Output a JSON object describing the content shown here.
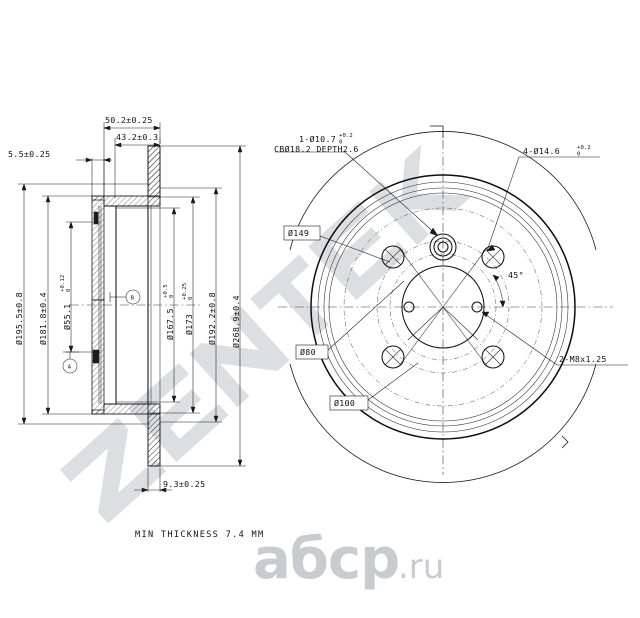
{
  "drawing": {
    "title": "brake-disc-technical-drawing",
    "watermark_brand": "ZENTEK",
    "watermark_site": "абср",
    "watermark_site_tld": ".ru"
  },
  "section_view": {
    "name": "cross-section-view",
    "top_dimensions": [
      {
        "id": "d-50-2",
        "label": "50.2±0.25"
      },
      {
        "id": "d-43-2",
        "label": "43.2±0.3"
      },
      {
        "id": "d-5-5",
        "label": "5.5±0.25"
      }
    ],
    "left_dimensions": [
      {
        "id": "d-195-5",
        "label": "Ø195.5±0.8"
      },
      {
        "id": "d-181-8",
        "label": "Ø181.8±0.4"
      },
      {
        "id": "d-55-1",
        "label": "Ø55.1",
        "tol_upper": "+0.12",
        "tol_lower": "0"
      }
    ],
    "right_dimensions": [
      {
        "id": "d-167-5",
        "label": "Ø167.5",
        "tol_upper": "+0.5",
        "tol_lower": "0"
      },
      {
        "id": "d-173",
        "label": "Ø173",
        "tol_upper": "+0.25",
        "tol_lower": "0"
      },
      {
        "id": "d-192-2",
        "label": "Ø192.2±0.8"
      },
      {
        "id": "d-268-9",
        "label": "Ø268.9±0.4"
      }
    ],
    "bottom_dimensions": [
      {
        "id": "d-9-3",
        "label": "9.3±0.25"
      }
    ],
    "detail_markers": [
      {
        "id": "marker-b",
        "label": "B"
      },
      {
        "id": "marker-a",
        "label": "A"
      }
    ]
  },
  "front_view": {
    "name": "front-circular-view",
    "leader_notes": [
      {
        "id": "note-center-hole",
        "line1": "1-Ø10.7",
        "tol_upper": "+0.2",
        "tol_lower": "0",
        "line2": "CBØ18.2 DEPTH2.6"
      },
      {
        "id": "note-bolt-holes",
        "line1": "4-Ø14.6",
        "tol_upper": "+0.2",
        "tol_lower": "0"
      },
      {
        "id": "note-threaded-holes",
        "line1": "2-M8x1.25"
      }
    ],
    "boxed_labels": [
      {
        "id": "lbl-149",
        "label": "Ø149"
      },
      {
        "id": "lbl-80",
        "label": "Ø80"
      },
      {
        "id": "lbl-100",
        "label": "Ø100"
      }
    ],
    "angle_label": {
      "id": "angle-45",
      "label": "45°"
    }
  },
  "notes": {
    "min_thickness": "MIN THICKNESS 7.4 MM"
  }
}
